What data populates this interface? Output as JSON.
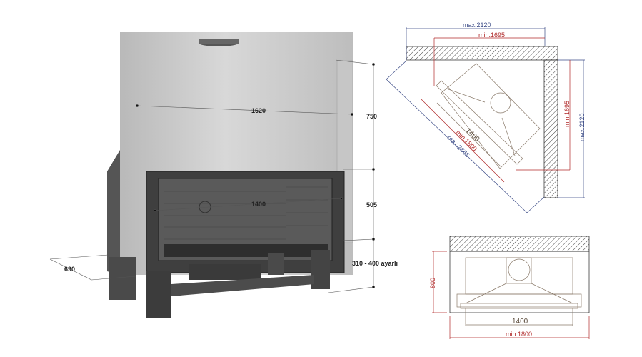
{
  "fireplace_3d": {
    "width_label": "1620",
    "glass_width_label": "1400",
    "hood_height_label": "750",
    "opening_height_label": "505",
    "leg_height_label": "310 - 400 ayarlı",
    "depth_label": "690"
  },
  "corner_plan": {
    "max_width_label": "max.2120",
    "min_width_label": "min.1695",
    "side_min_label": "min.1695",
    "side_max_label": "max.2120",
    "glass_label": "1400",
    "diag_min_label": "min.1800",
    "diag_max_label": "max.2665"
  },
  "front_plan": {
    "depth_label": "800",
    "glass_label": "1400",
    "min_width_label": "min.1800"
  },
  "colors": {
    "blue_dim": "#3a4a86",
    "red_dim": "#b02a2a",
    "drawing": "#8a7a6a"
  }
}
